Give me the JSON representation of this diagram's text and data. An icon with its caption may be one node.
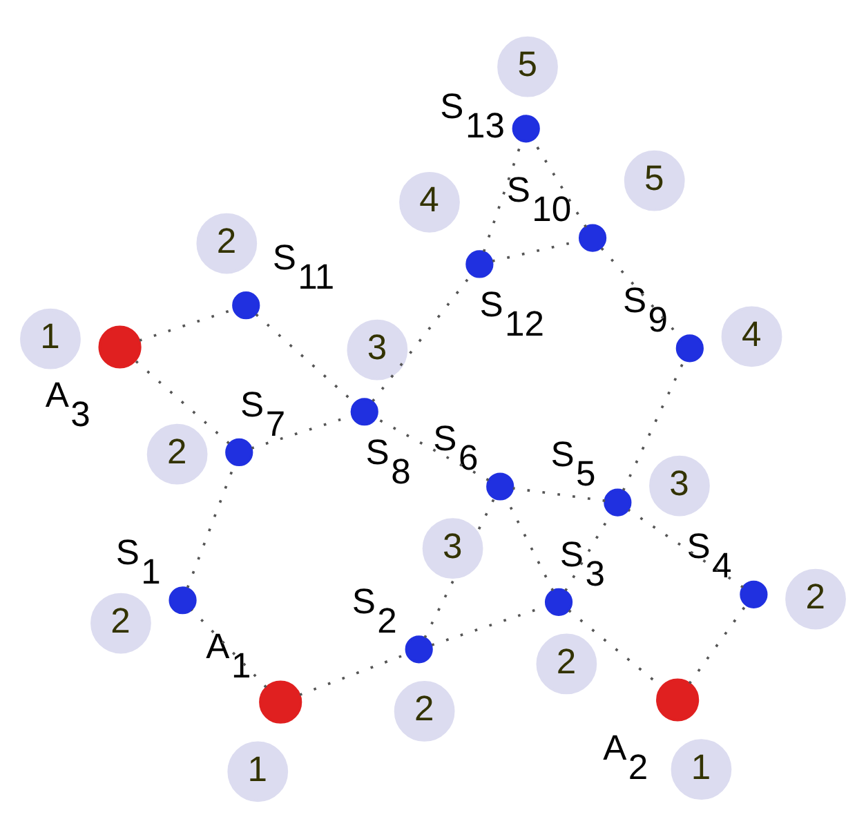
{
  "diagram": {
    "nodes": [
      {
        "text": [
          "A$_{1}$"
        ],
        "beside": [
          "1"
        ]
      },
      {
        "text": [
          "A$_{2}$"
        ],
        "beside": [
          "1"
        ]
      },
      {
        "text": [
          "A$_{3}$"
        ],
        "beside": [
          "1"
        ]
      },
      {
        "text": [
          "S$_{1}$"
        ],
        "beside": [
          "2"
        ]
      },
      {
        "text": [
          "S$_{2}$"
        ],
        "beside": [
          "2"
        ]
      },
      {
        "text": [
          "S$_{3}$"
        ],
        "beside": [
          "2"
        ]
      },
      {
        "text": [
          "S$_{4}$"
        ],
        "beside": [
          "2"
        ]
      },
      {
        "text": [
          "S$_{5}$"
        ],
        "beside": [
          "3"
        ]
      },
      {
        "text": [
          "S$_{6}$"
        ],
        "beside": [
          "3"
        ]
      },
      {
        "text": [
          "S$_{7}$"
        ],
        "beside": [
          "2"
        ]
      },
      {
        "text": [
          "S$_{8}$"
        ],
        "beside": [
          "3"
        ]
      },
      {
        "text": [
          "S$_{9}$"
        ],
        "beside": [
          "4"
        ]
      },
      {
        "text": [
          "S$_{10}$"
        ],
        "beside": [
          "5"
        ]
      },
      {
        "text": [
          "S$_{11}$"
        ],
        "beside": [
          "2"
        ]
      },
      {
        "text": [
          "S$_{12}$"
        ],
        "beside": [
          "4"
        ]
      },
      {
        "text": [
          "S$_{13}$"
        ],
        "beside": [
          "5"
        ]
      }
    ],
    "edges": [
      {
        "from": 0,
        "to": 3,
        "arrow": "none"
      },
      {
        "from": 0,
        "to": 4,
        "arrow": "none"
      },
      {
        "from": 4,
        "to": 5,
        "arrow": "none"
      },
      {
        "from": 4,
        "to": 8,
        "arrow": "none"
      },
      {
        "from": 5,
        "to": 1,
        "arrow": "none"
      },
      {
        "from": 5,
        "to": 8,
        "arrow": "none"
      },
      {
        "from": 5,
        "to": 7,
        "arrow": "none"
      },
      {
        "from": 1,
        "to": 6,
        "arrow": "none"
      },
      {
        "from": 6,
        "to": 7,
        "arrow": "none"
      },
      {
        "from": 7,
        "to": 8,
        "arrow": "none"
      },
      {
        "from": 7,
        "to": 11,
        "arrow": "none"
      },
      {
        "from": 8,
        "to": 10,
        "arrow": "none"
      },
      {
        "from": 3,
        "to": 9,
        "arrow": "none"
      },
      {
        "from": 9,
        "to": 10,
        "arrow": "none"
      },
      {
        "from": 9,
        "to": 2,
        "arrow": "none"
      },
      {
        "from": 2,
        "to": 13,
        "arrow": "none"
      },
      {
        "from": 13,
        "to": 10,
        "arrow": "none"
      },
      {
        "from": 10,
        "to": 14,
        "arrow": "none"
      },
      {
        "from": 14,
        "to": 12,
        "arrow": "none"
      },
      {
        "from": 14,
        "to": 15,
        "arrow": "none"
      },
      {
        "from": 12,
        "to": 11,
        "arrow": "none"
      },
      {
        "from": 12,
        "to": 15,
        "arrow": "none"
      }
    ]
  }
}
